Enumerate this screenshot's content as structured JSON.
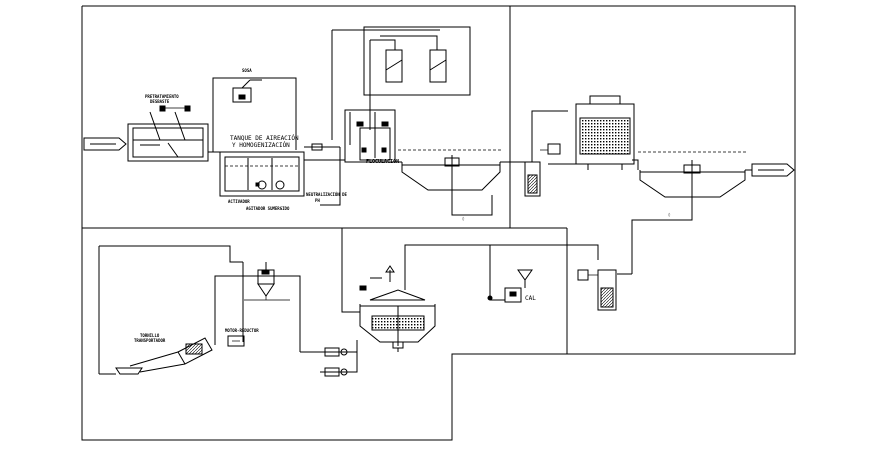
{
  "labels": {
    "sosa": "SOSA",
    "pretratamiento": "PRETRATAMIENTO",
    "desbaste": "DESBASTE",
    "tanque_aireacion_1": "TANQUE DE AIREACIÓN",
    "tanque_aireacion_2": "Y HOMOGENIZACIÓN",
    "floculacion": "FLOCULACIÓN",
    "neutralizacion_1": "NEUTRALIZACIÓN DE",
    "neutralizacion_2": "PH",
    "tornillo_1": "TORNILLO",
    "tornillo_2": "TRANSPORTADOR",
    "cal": "CAL"
  },
  "icons": {
    "inlet_arrow": "pipe-arrow-right",
    "outlet_arrow": "pipe-arrow-right",
    "vent": "arrow-up-icon",
    "pump": "pump-icon",
    "valve": "valve-icon"
  }
}
